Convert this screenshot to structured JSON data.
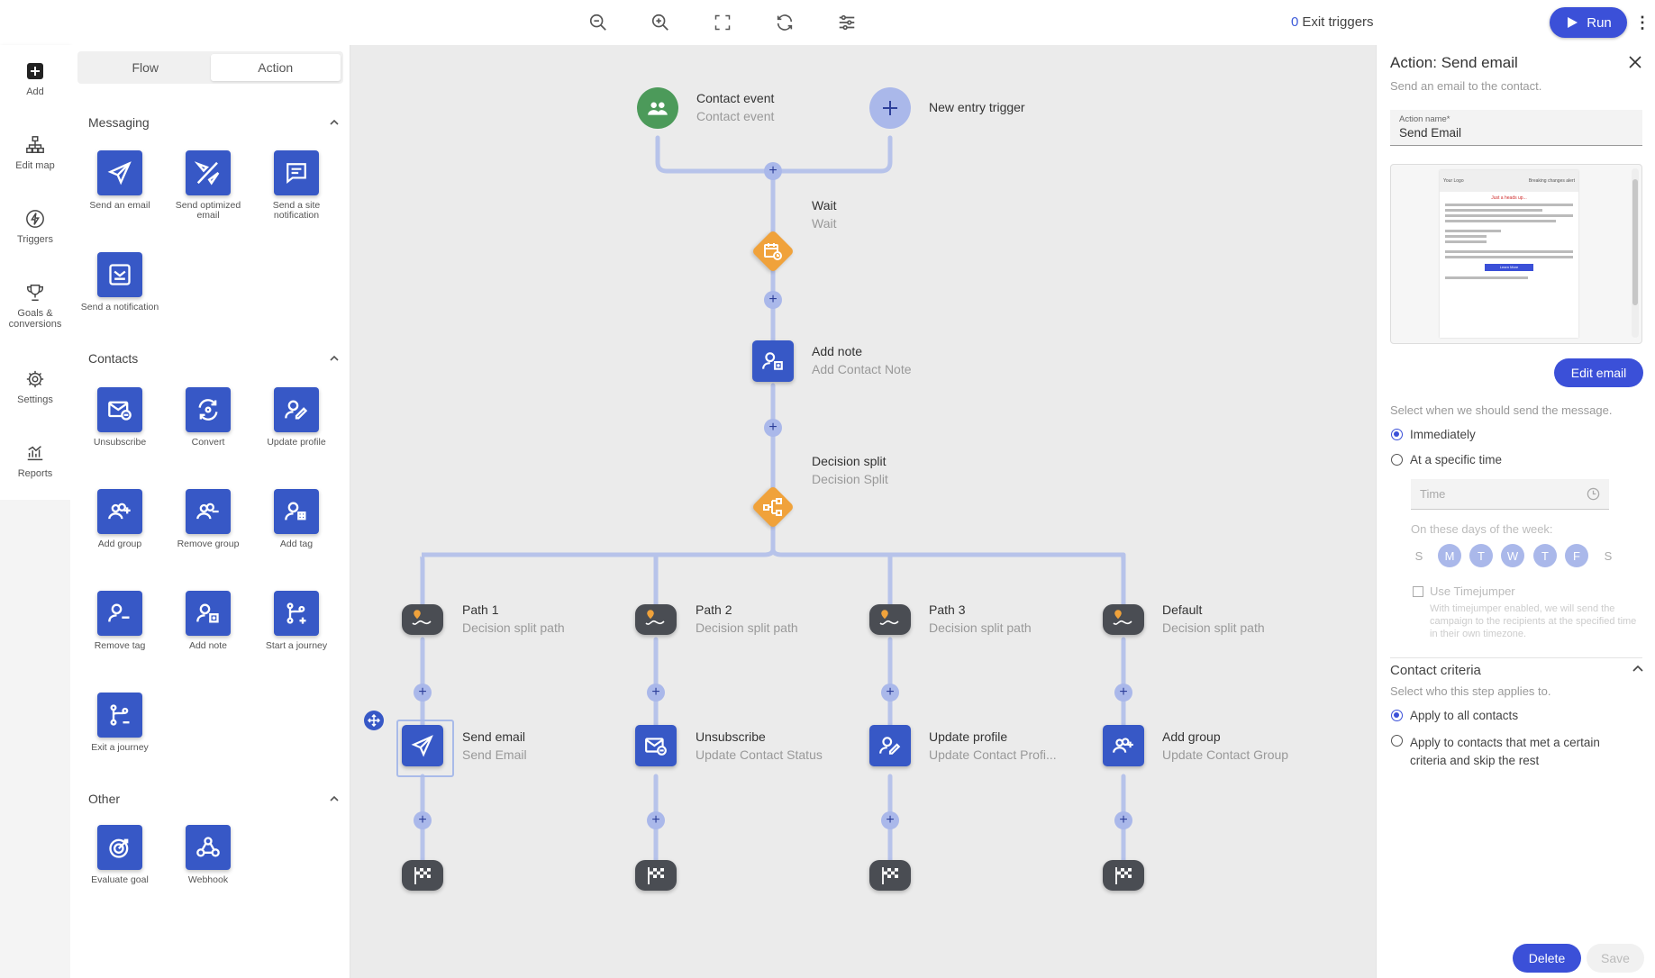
{
  "toolbar": {
    "tools": [
      "zoom-out",
      "zoom-in",
      "fullscreen",
      "refresh",
      "filter"
    ],
    "exit_count": "0",
    "exit_label": "Exit triggers",
    "run_label": "Run"
  },
  "rail": {
    "items": [
      {
        "label": "Add",
        "icon": "add-icon"
      },
      {
        "label": "Edit map",
        "icon": "sitemap-icon"
      },
      {
        "label": "Triggers",
        "icon": "bolt-icon"
      },
      {
        "label": "Goals &",
        "label2": "conversions",
        "icon": "trophy-icon"
      },
      {
        "label": "Settings",
        "icon": "gear-icon"
      },
      {
        "label": "Reports",
        "icon": "chart-icon"
      }
    ]
  },
  "palette": {
    "tabs": [
      "Flow",
      "Action"
    ],
    "active_tab": "Action",
    "sections": {
      "messaging": {
        "title": "Messaging",
        "items": [
          "Send an email",
          "Send optimized email",
          "Send a site notification",
          "Send a notification"
        ]
      },
      "contacts": {
        "title": "Contacts",
        "items": [
          "Unsubscribe",
          "Convert",
          "Update profile",
          "Add group",
          "Remove group",
          "Add tag",
          "Remove tag",
          "Add note",
          "Start a journey",
          "Exit a journey"
        ]
      },
      "other": {
        "title": "Other",
        "items": [
          "Evaluate goal",
          "Webhook"
        ]
      }
    }
  },
  "flow": {
    "contact_event": {
      "title": "Contact event",
      "sub": "Contact event"
    },
    "new_entry": {
      "title": "New entry trigger"
    },
    "wait": {
      "title": "Wait",
      "sub": "Wait"
    },
    "add_note": {
      "title": "Add note",
      "sub": "Add Contact Note"
    },
    "decision": {
      "title": "Decision split",
      "sub": "Decision Split"
    },
    "paths": [
      {
        "title": "Path 1",
        "sub": "Decision split path",
        "action": "Send email",
        "action_sub": "Send Email"
      },
      {
        "title": "Path 2",
        "sub": "Decision split path",
        "action": "Unsubscribe",
        "action_sub": "Update Contact Status"
      },
      {
        "title": "Path 3",
        "sub": "Decision split path",
        "action": "Update profile",
        "action_sub": "Update Contact Profi..."
      },
      {
        "title": "Default",
        "sub": "Decision split path",
        "action": "Add group",
        "action_sub": "Update Contact Group"
      }
    ],
    "colors": {
      "edge": "#b7c3ea",
      "event": "#4c9a5a",
      "trigger": "#aab8ea",
      "action": "#3758c6",
      "wait": "#f0a23b",
      "path": "#4a4d53"
    }
  },
  "panel": {
    "title": "Action: Send email",
    "subtitle": "Send an email to the contact.",
    "action_name_label": "Action name*",
    "action_name": "Send Email",
    "preview": {
      "logo": "Your Logo",
      "tagline": "Breaking changes alert",
      "headline": "Just a heads up...",
      "cta": "Learn More"
    },
    "edit_email": "Edit email",
    "schedule_prompt": "Select when we should send the message.",
    "opt_immediately": "Immediately",
    "opt_specific": "At a specific time",
    "time_placeholder": "Time",
    "days_label": "On these days of the week:",
    "days": [
      "S",
      "M",
      "T",
      "W",
      "T",
      "F",
      "S"
    ],
    "days_on": [
      false,
      true,
      true,
      true,
      true,
      true,
      false
    ],
    "timejumper": "Use Timejumper",
    "timejumper_note": "With timejumper enabled, we will send the campaign to the recipients at the specified time in their own timezone.",
    "criteria_title": "Contact criteria",
    "criteria_sub": "Select who this step applies to.",
    "opt_all": "Apply to all contacts",
    "opt_criteria": "Apply to contacts that met a certain criteria and skip the rest",
    "delete": "Delete",
    "save": "Save"
  }
}
